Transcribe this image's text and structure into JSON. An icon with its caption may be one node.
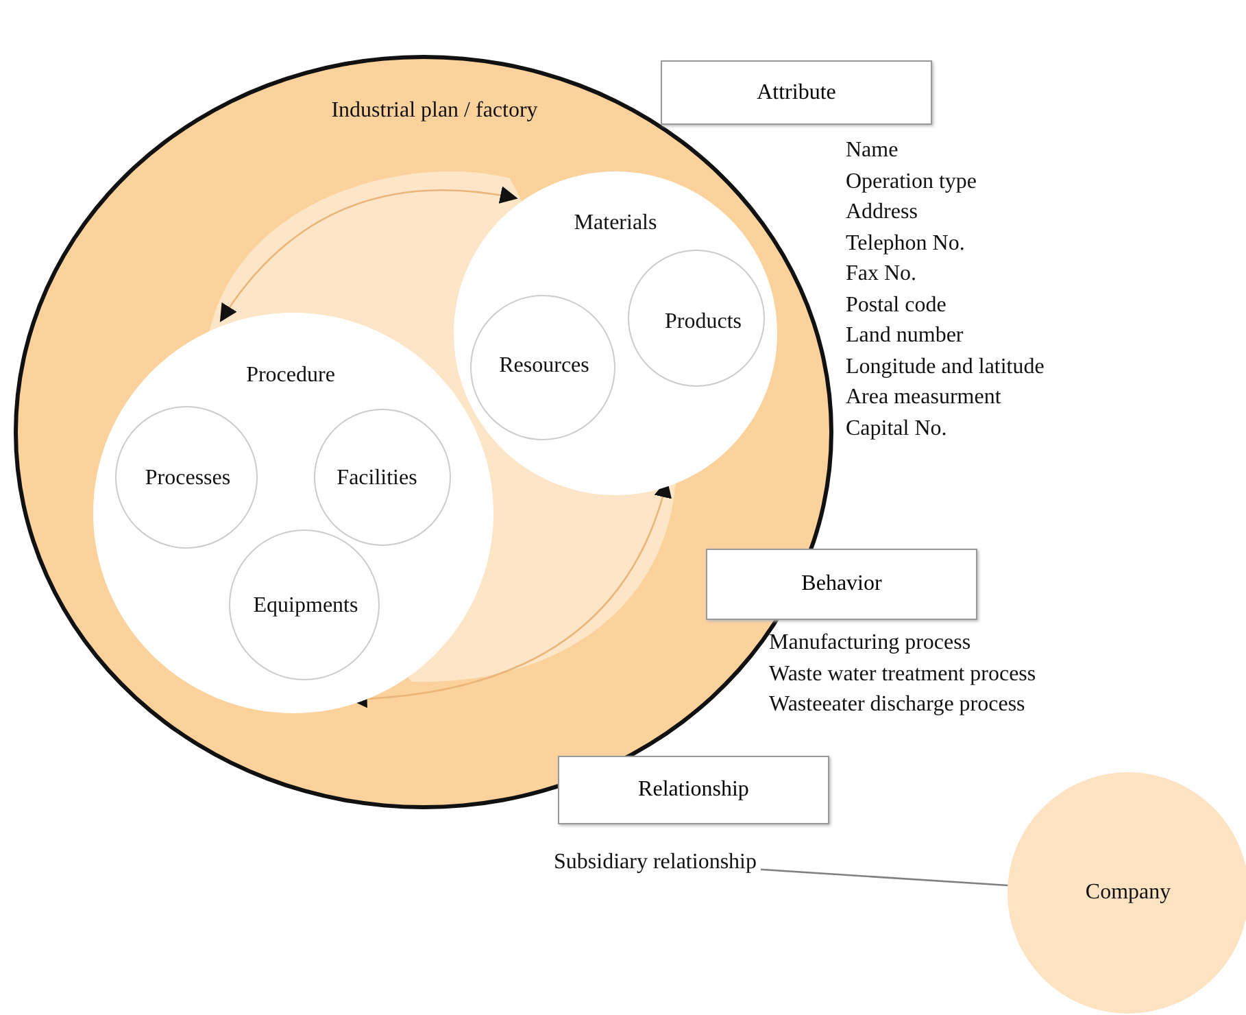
{
  "diagram": {
    "nodes": [
      {
        "text": [
          "Industrial plan / factory"
        ]
      },
      {
        "text": [
          "Materials"
        ],
        "in": 0
      },
      {
        "text": [
          "Resources"
        ],
        "in": 1
      },
      {
        "text": [
          "Products"
        ],
        "in": 1
      },
      {
        "text": [
          "Procedure"
        ],
        "in": 0
      },
      {
        "text": [
          "Processes"
        ],
        "in": 4
      },
      {
        "text": [
          "Facilities"
        ],
        "in": 4
      },
      {
        "text": [
          "Equipments"
        ],
        "in": 4
      },
      {
        "text": [
          "Attribute"
        ],
        "beside": [
          "Name",
          "Operation type",
          "Address",
          "Telephon No.",
          "Fax No.",
          "Postal code",
          "Land number",
          "Longitude and latitude",
          "Area measurment",
          "Capital No."
        ]
      },
      {
        "text": [
          "Behavior"
        ],
        "beside": [
          "Manufacturing process",
          "Waste water treatment process",
          "Wasteeater discharge process"
        ]
      },
      {
        "text": [
          "Relationship"
        ]
      },
      {
        "text": [
          "Subsidiary relationship"
        ]
      },
      {
        "text": [
          "Company"
        ]
      }
    ],
    "edges": [
      {
        "from": 4,
        "to": 1,
        "arrow": "both"
      },
      {
        "from": 4,
        "to": 1,
        "arrow": "both"
      },
      {
        "from": 11,
        "to": 12,
        "arrow": "none",
        "color": "#808080"
      }
    ]
  }
}
